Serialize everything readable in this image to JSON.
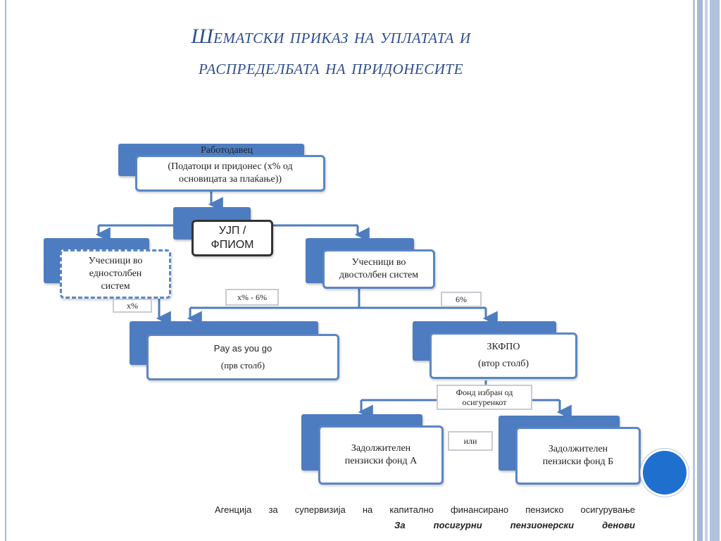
{
  "title": {
    "line1": "Шематски приказ на уплатата и",
    "line2": "распределбата на придонесите"
  },
  "diagram": {
    "employer": "Работодавец",
    "employer_sub": "(Податоци и придонес (x% од основицата за плаќање))",
    "ujp": "УЈП / ФПИОМ",
    "single_pillar": "Учесници во едностолбен систем",
    "two_pillar": "Учесници во двостолбен систем",
    "payg_line1": "Pay as you go",
    "payg_line2": "(прв столб)",
    "zkfpo_line1": "ЗКФПО",
    "zkfpo_line2": "(втор столб)",
    "fund_a": "Задолжителен пензиски фонд А",
    "fund_b": "Задолжителен пензиски фонд Б",
    "label_x": "x%",
    "label_x_minus_6": "x% - 6%",
    "label_6": "6%",
    "label_fund_choice": "Фонд избран од осигуренкот",
    "label_or": "или"
  },
  "footer": {
    "agency": "Агенција за супервизија на капитално финансирано пензиско осигурување",
    "slogan": "За посигурни пензионерски денови"
  },
  "colors": {
    "accent": "#4e7cc0",
    "title": "#2f4f8f",
    "circle": "#1f6fcf"
  }
}
